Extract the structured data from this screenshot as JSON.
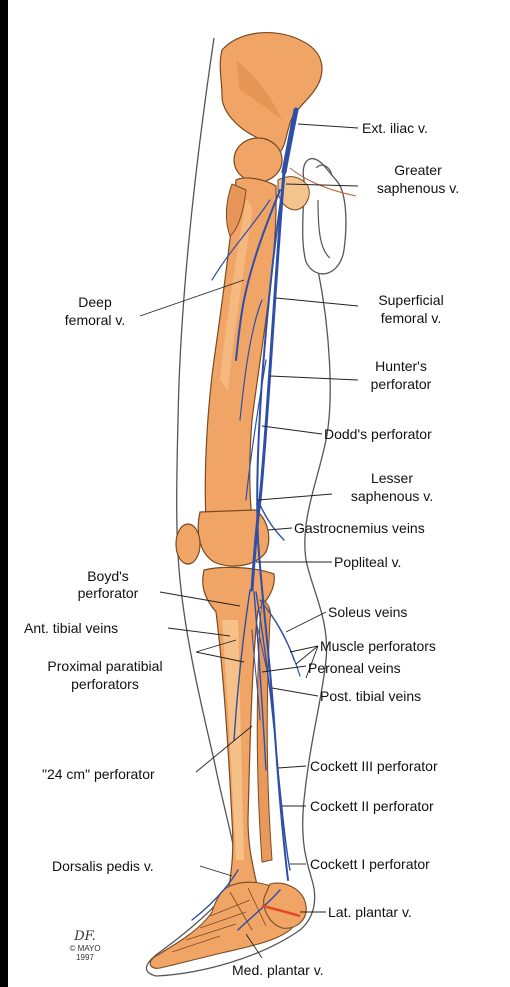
{
  "colors": {
    "bone": "#f0a566",
    "bone_shadow": "#cf7a3c",
    "vein": "#2f4fa6",
    "outline": "#444444",
    "plantar": "#e3482a"
  },
  "labels": {
    "ext_iliac": "Ext. iliac v.",
    "greater_saphenous_1": "Greater",
    "greater_saphenous_2": "saphenous v.",
    "superficial_femoral_1": "Superficial",
    "superficial_femoral_2": "femoral v.",
    "deep_femoral_1": "Deep",
    "deep_femoral_2": "femoral v.",
    "hunters_1": "Hunter's",
    "hunters_2": "perforator",
    "dodds": "Dodd's perforator",
    "lesser_saphenous_1": "Lesser",
    "lesser_saphenous_2": "saphenous v.",
    "gastrocnemius": "Gastrocnemius veins",
    "popliteal": "Popliteal v.",
    "boyds_1": "Boyd's",
    "boyds_2": "perforator",
    "soleus": "Soleus veins",
    "ant_tibial": "Ant. tibial veins",
    "muscle_perforators": "Muscle perforators",
    "proximal_paratibial_1": "Proximal paratibial",
    "proximal_paratibial_2": "perforators",
    "peroneal": "Peroneal veins",
    "post_tibial": "Post. tibial veins",
    "cm24": "\"24 cm\" perforator",
    "cockett3": "Cockett III perforator",
    "cockett2": "Cockett II perforator",
    "dorsalis_pedis": "Dorsalis pedis v.",
    "cockett1": "Cockett I perforator",
    "lat_plantar": "Lat. plantar v.",
    "med_plantar": "Med. plantar v."
  },
  "signature": {
    "initials": "DF.",
    "copyright": "© MAYO",
    "year": "1997"
  }
}
